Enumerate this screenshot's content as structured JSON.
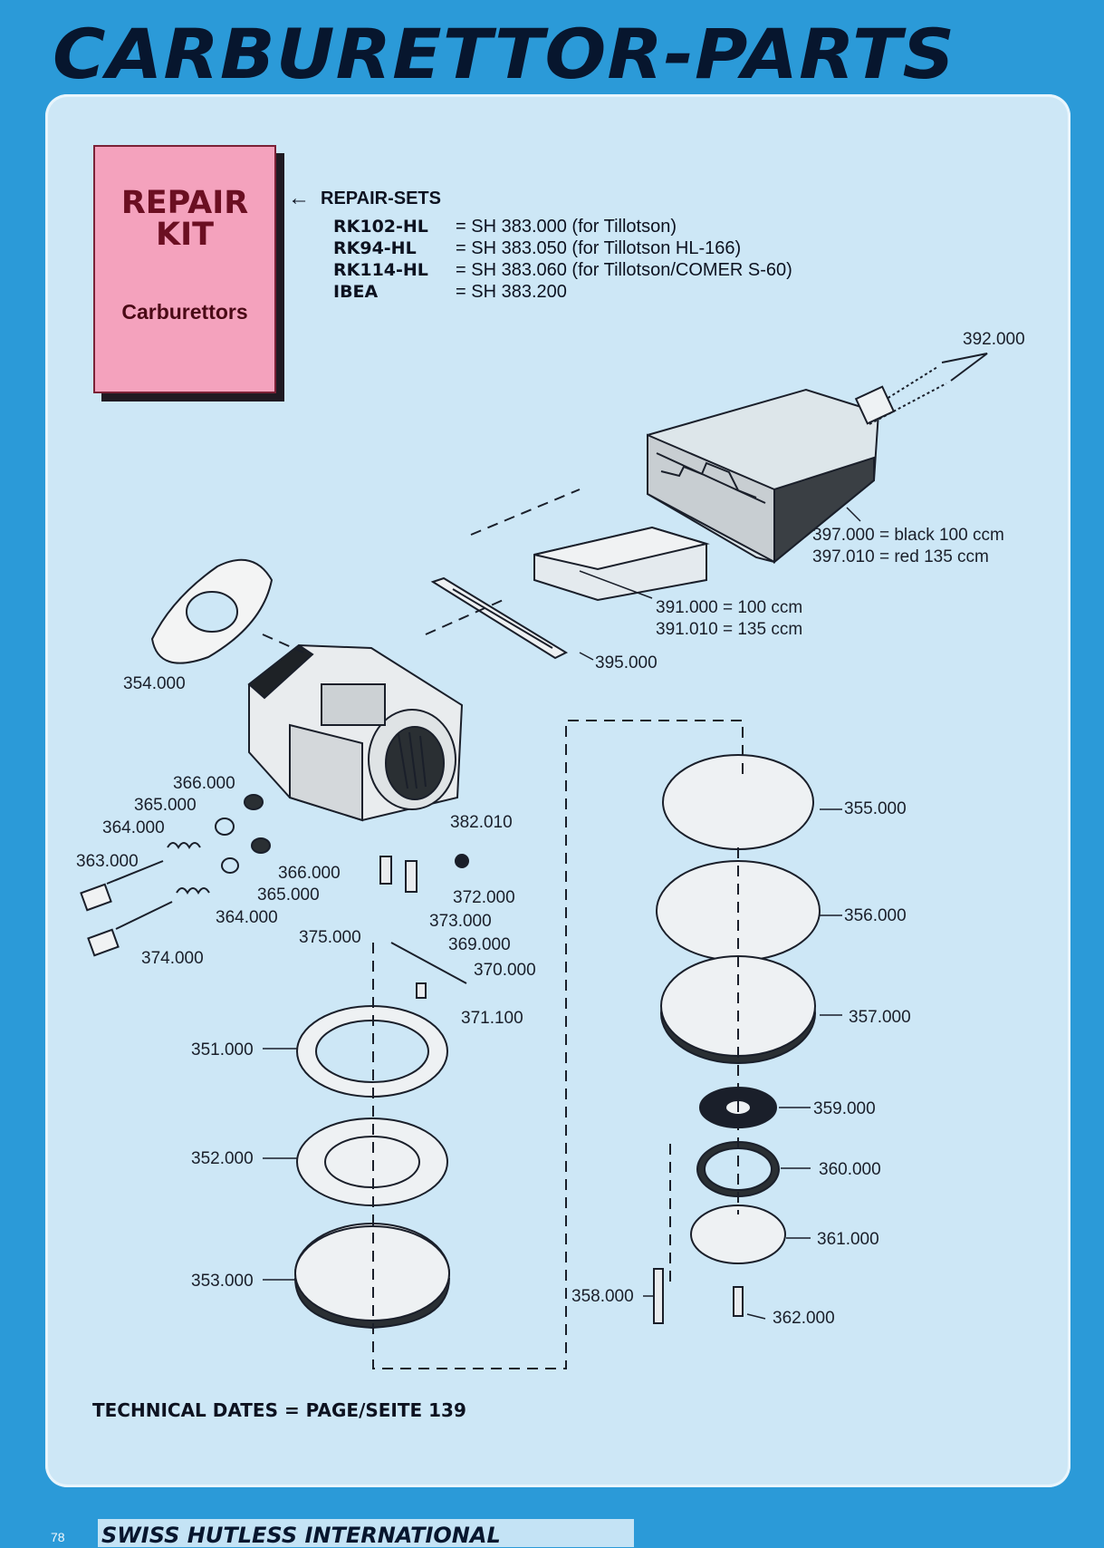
{
  "title": "CARBURETTOR-PARTS",
  "repair_kit": {
    "line1": "REPAIR",
    "line2": "KIT",
    "subtitle": "Carburettors"
  },
  "repair_sets": {
    "heading": "REPAIR-SETS",
    "items": [
      {
        "code": "RK102-HL",
        "value": "= SH 383.000 (for Tillotson)"
      },
      {
        "code": "RK94-HL",
        "value": "= SH 383.050 (for Tillotson HL-166)"
      },
      {
        "code": "RK114-HL",
        "value": "= SH 383.060 (for Tillotson/COMER S-60)"
      },
      {
        "code": "IBEA",
        "value": "= SH 383.200"
      }
    ]
  },
  "labels": {
    "p392_000": "392.000",
    "p397": "397.000 = black 100 ccm",
    "p397_010": "397.010 = red 135 ccm",
    "p391": "391.000 = 100 ccm",
    "p391_010": "391.010 = 135 ccm",
    "p395": "395.000",
    "p354": "354.000",
    "p366a": "366.000",
    "p365a": "365.000",
    "p364a": "364.000",
    "p363": "363.000",
    "p366b": "366.000",
    "p365b": "365.000",
    "p364b": "364.000",
    "p374": "374.000",
    "p382": "382.010",
    "p372": "372.000",
    "p373": "373.000",
    "p375": "375.000",
    "p369": "369.000",
    "p370": "370.000",
    "p371": "371.100",
    "p351": "351.000",
    "p352": "352.000",
    "p353": "353.000",
    "p355": "355.000",
    "p356": "356.000",
    "p357": "357.000",
    "p359": "359.000",
    "p360": "360.000",
    "p361": "361.000",
    "p358": "358.000",
    "p362": "362.000"
  },
  "technical_note": "TECHNICAL DATES = PAGE/SEITE 139",
  "footer": {
    "page_number": "78",
    "brand": "SWISS HUTLESS INTERNATIONAL"
  },
  "colors": {
    "background": "#2b9ad8",
    "panel": "#cde7f6",
    "kit_box": "#f4a2bd",
    "ink": "#07162e"
  }
}
